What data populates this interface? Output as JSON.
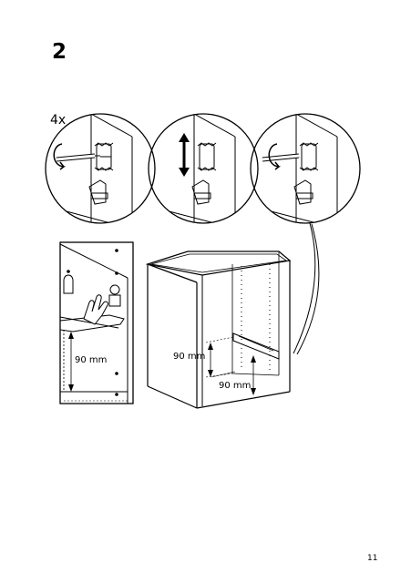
{
  "step": {
    "number": "2"
  },
  "callouts": {
    "quantity": "4x"
  },
  "measurements": {
    "left_detail": "90 mm",
    "cabinet_vertical": "90 mm",
    "cabinet_floor": "90 mm"
  },
  "footer": {
    "page_number": "11"
  },
  "icons": [
    "screwdriver-icon",
    "rotate-arrow-icon",
    "up-down-arrow-icon",
    "cam-screw-icon",
    "hand-icon"
  ]
}
